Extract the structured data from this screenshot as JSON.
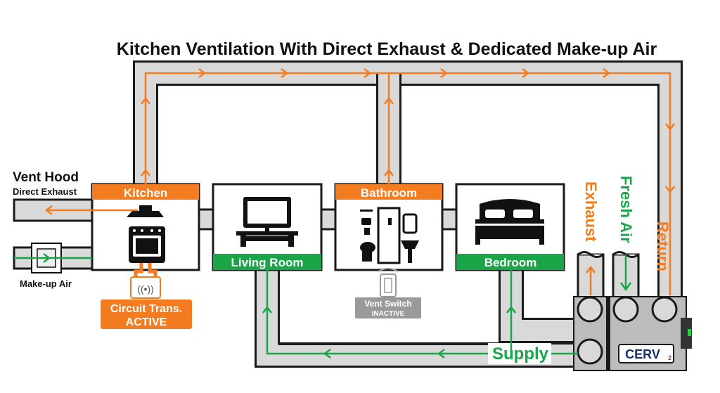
{
  "title": "Kitchen Ventilation With Direct Exhaust & Dedicated Make-up Air",
  "left_labels": {
    "vent_hood": "Vent Hood",
    "direct_exhaust": "Direct Exhaust",
    "makeup_air": "Make-up Air"
  },
  "rooms": {
    "kitchen": "Kitchen",
    "living_room": "Living Room",
    "bathroom": "Bathroom",
    "bedroom": "Bedroom"
  },
  "circuit": {
    "line1": "Circuit Trans.",
    "line2": "ACTIVE"
  },
  "vent_switch": {
    "line1": "Vent Switch",
    "line2": "INACTIVE"
  },
  "ducts": {
    "exhaust": "Exhaust",
    "fresh_air": "Fresh Air",
    "return": "Return",
    "supply": "Supply"
  },
  "device": {
    "brand": "CERV",
    "model": "2"
  },
  "colors": {
    "orange": "#f47c20",
    "green": "#1aa548",
    "duct_fill": "#d9d9d9",
    "duct_edge": "#1a1a1a",
    "device": "#bdbdbd",
    "inactive": "#9a9a9a"
  }
}
